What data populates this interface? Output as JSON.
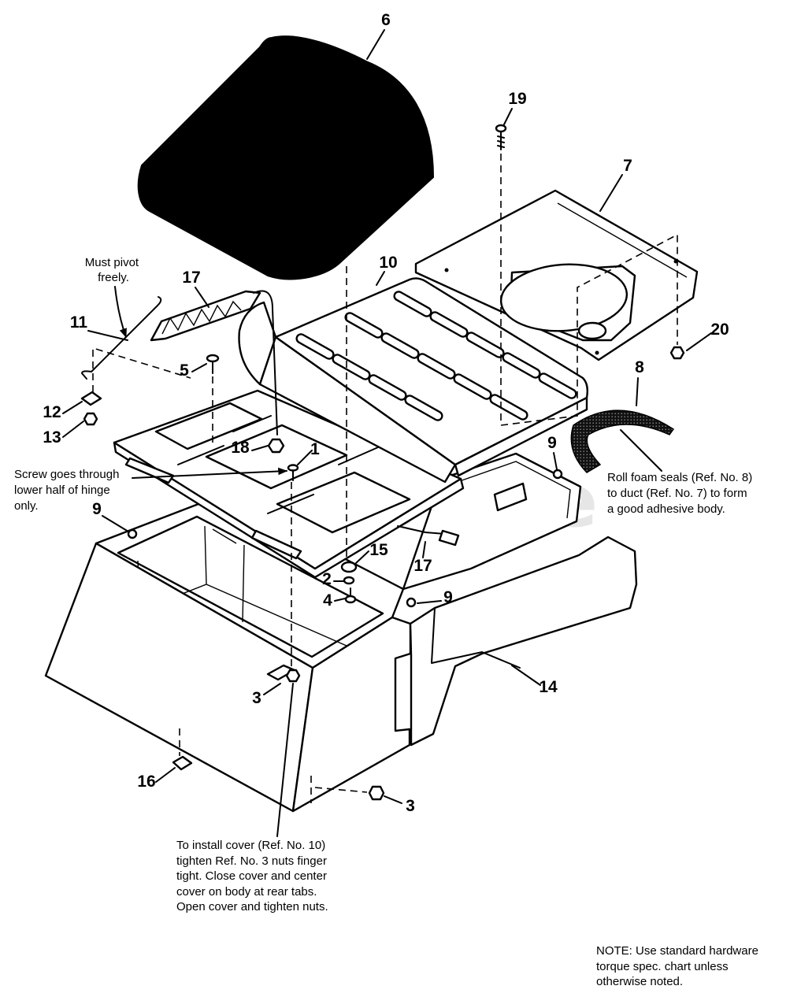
{
  "colors": {
    "ink": "#000000",
    "paper": "#ffffff",
    "watermark": "#d2d2d2"
  },
  "diagram": {
    "watermark": "PartsTree",
    "part_labels": [
      "6",
      "19",
      "7",
      "10",
      "17",
      "11",
      "5",
      "12",
      "13",
      "18",
      "1",
      "20",
      "8",
      "9",
      "9",
      "15",
      "17",
      "2",
      "4",
      "9",
      "3",
      "14",
      "16",
      "3"
    ],
    "notes": {
      "pivot": [
        "Must pivot",
        "freely."
      ],
      "screw": [
        "Screw goes through",
        "lower half of hinge",
        "only."
      ],
      "foam": [
        "Roll foam seals (Ref. No. 8)",
        "to duct (Ref. No. 7) to form",
        "a good adhesive body."
      ],
      "install": [
        "To install cover (Ref. No. 10)",
        "tighten Ref. No. 3 nuts finger",
        "tight. Close cover and center",
        "cover on body at rear tabs.",
        "Open cover and tighten nuts."
      ],
      "general": [
        "NOTE: Use standard hardware",
        "torque spec. chart unless",
        "otherwise noted."
      ]
    }
  }
}
